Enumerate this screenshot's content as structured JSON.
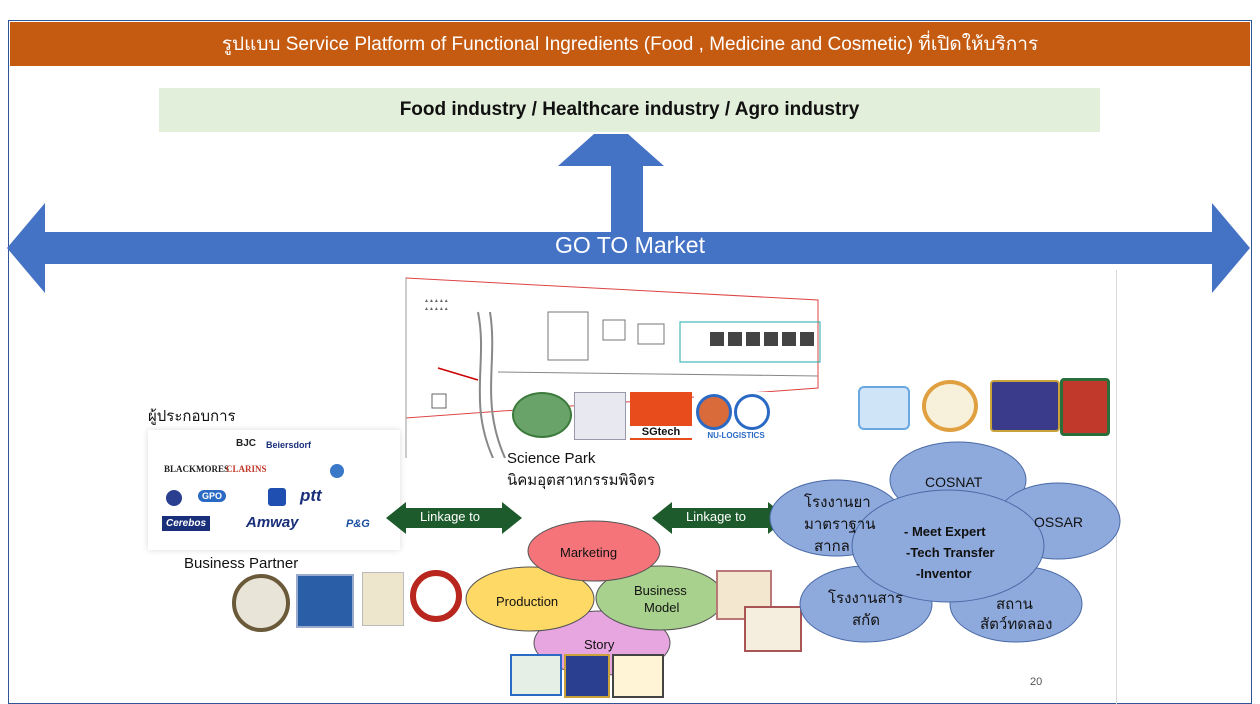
{
  "header": {
    "title": "รูปแบบ Service Platform of Functional Ingredients (Food , Medicine and Cosmetic) ที่เปิดให้บริการ"
  },
  "industry": {
    "label": "Food industry / Healthcare industry / Agro industry"
  },
  "market": {
    "label": "GO  TO Market"
  },
  "science_park": {
    "label_en": "Science Park",
    "label_th": "นิคมอุตสาหกรรมพิจิตร",
    "logo_texts": [
      "SGtech",
      "NU-LOGISTICS"
    ]
  },
  "entrepreneurs": {
    "label": "ผู้ประกอบการ",
    "logos": [
      "BJC",
      "Beiersdorf",
      "BLACKMORES",
      "CLARINS",
      "GPO",
      "ptt",
      "Cerebos",
      "Amway",
      "P&G"
    ]
  },
  "business_partner": {
    "label": "Business Partner"
  },
  "linkage": {
    "left": "Linkage to",
    "right": "Linkage to"
  },
  "business_model": {
    "marketing": "Marketing",
    "production": "Production",
    "business_model_line1": "Business",
    "business_model_line2": "Model",
    "story": "Story"
  },
  "expert": {
    "center_line1": "- Meet Expert",
    "center_line2": "-Tech Transfer",
    "center_line3": "-Inventor",
    "cosnat": "COSNAT",
    "ossar": "OSSAR",
    "drug_factory_line1": "โรงงานยา",
    "drug_factory_line2": "มาตราฐาน",
    "drug_factory_line3": "สากล",
    "extract_factory_line1": "โรงงานสาร",
    "extract_factory_line2": "สกัด",
    "animal_lab_line1": "สถาน",
    "animal_lab_line2": "สัตว์ทดลอง"
  },
  "page_number": "20",
  "colors": {
    "title_bg": "#c55a11",
    "industry_bg": "#e2efda",
    "arrow_blue": "#4472c4",
    "linkage_green": "#1e5b2c",
    "ellipse_blue": "#8ea9db",
    "marketing_red": "#f4747a",
    "production_yellow": "#ffd966",
    "business_green": "#a9d18e",
    "story_pink": "#e7a6e0"
  }
}
